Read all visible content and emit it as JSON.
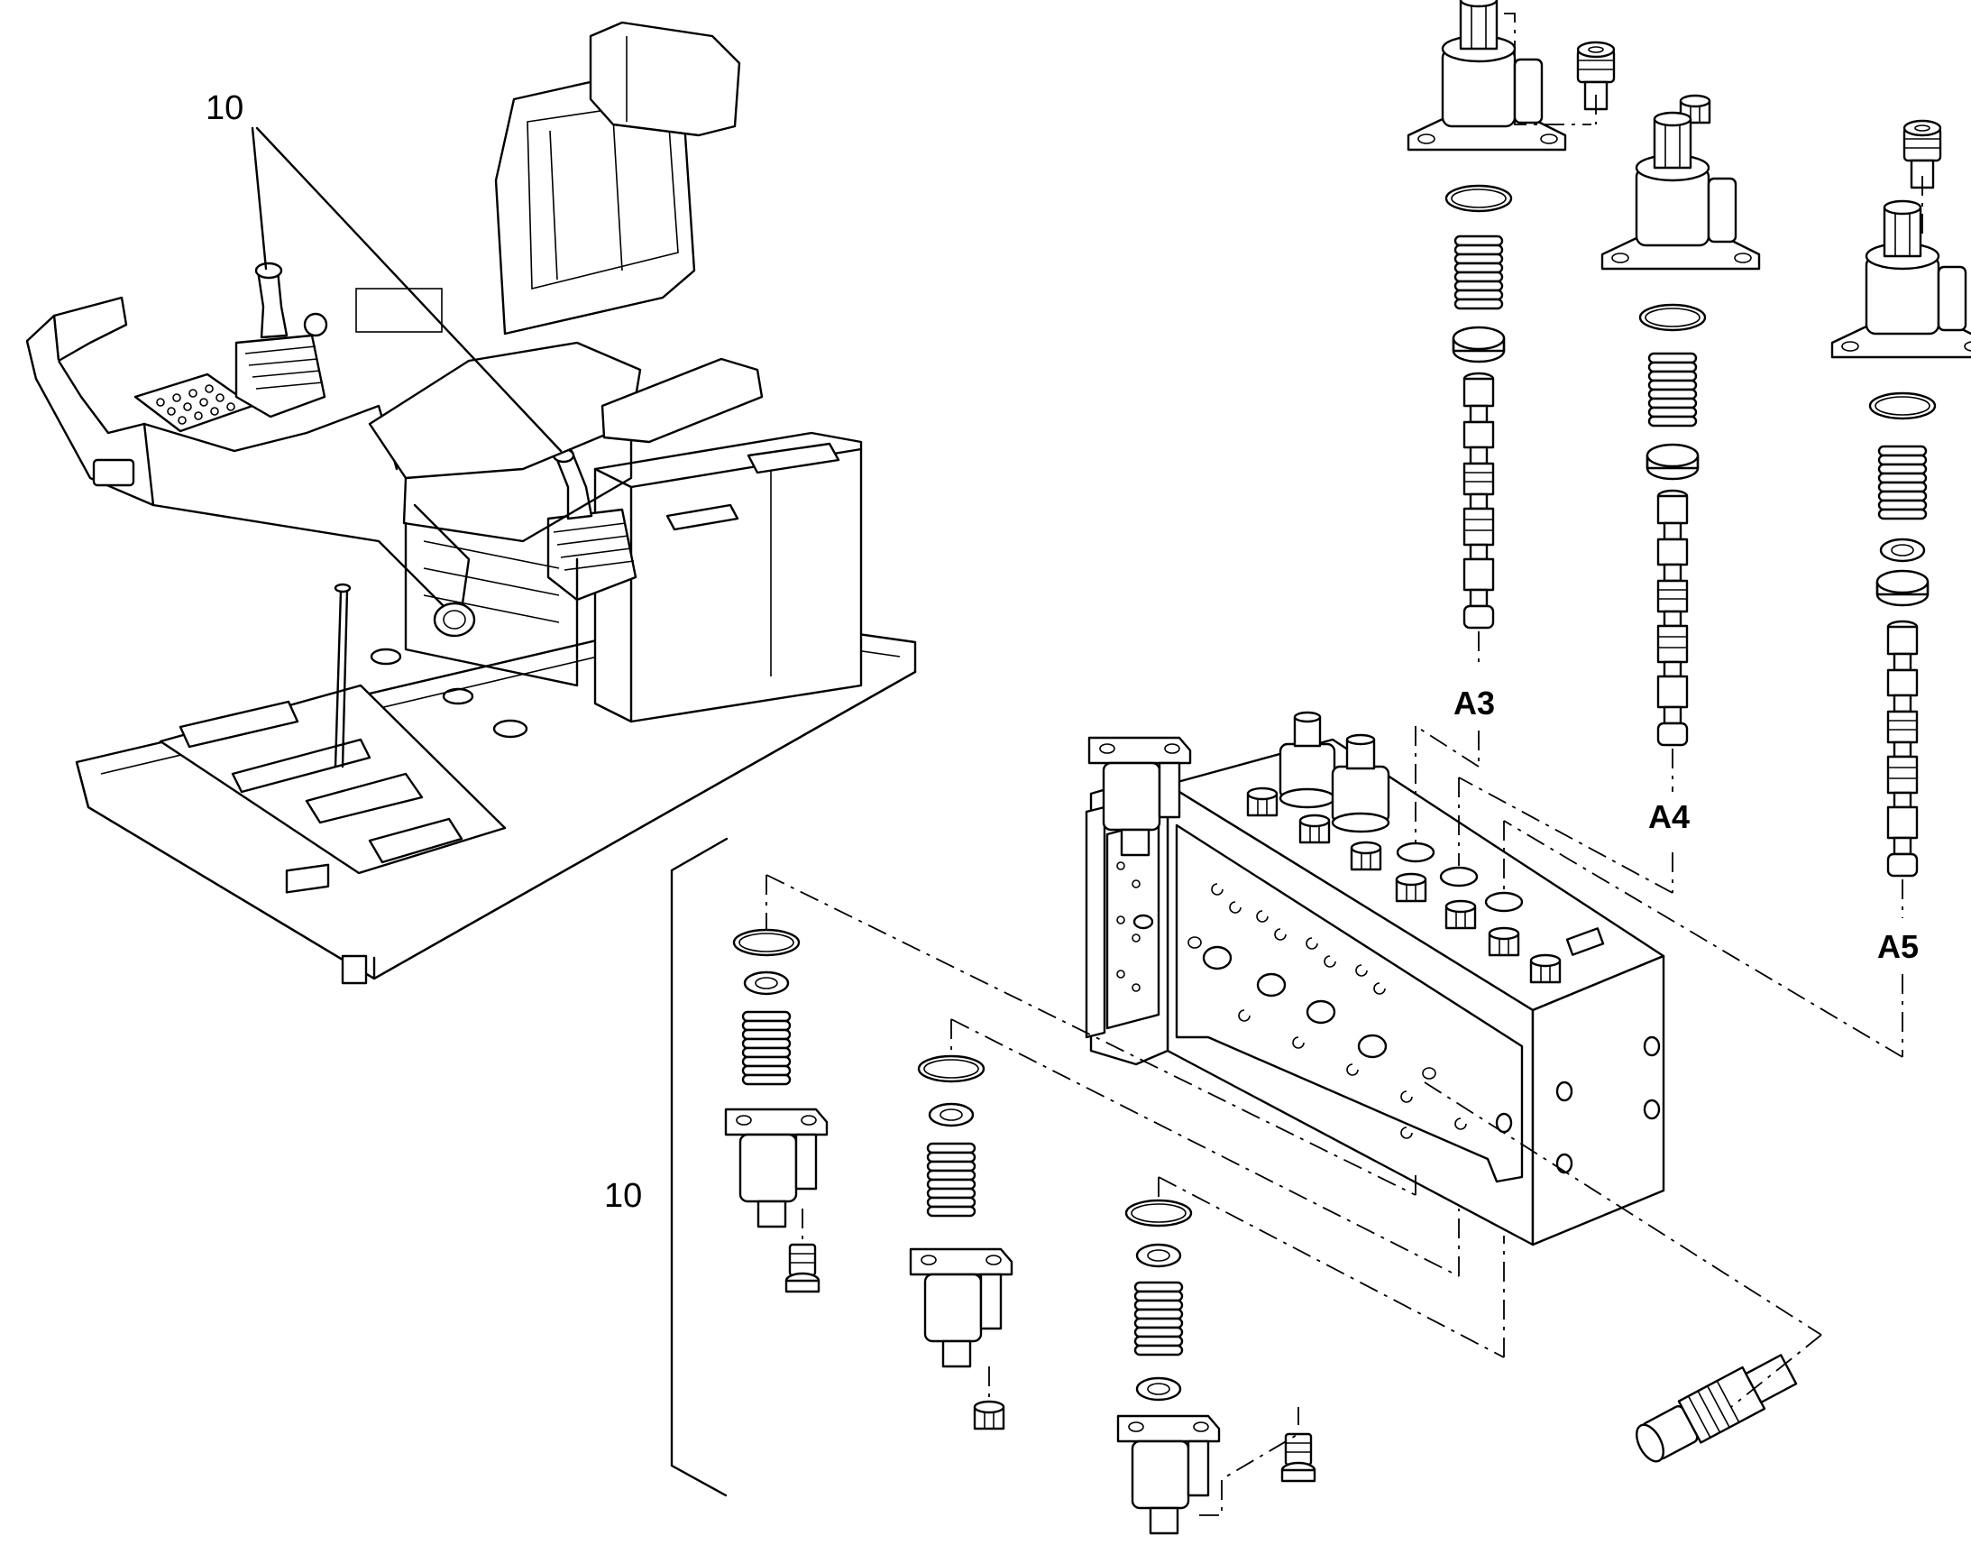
{
  "labels": {
    "cab_callout": "10",
    "valve_callout": "10",
    "a3": "A3",
    "a4": "A4",
    "a5": "A5"
  }
}
